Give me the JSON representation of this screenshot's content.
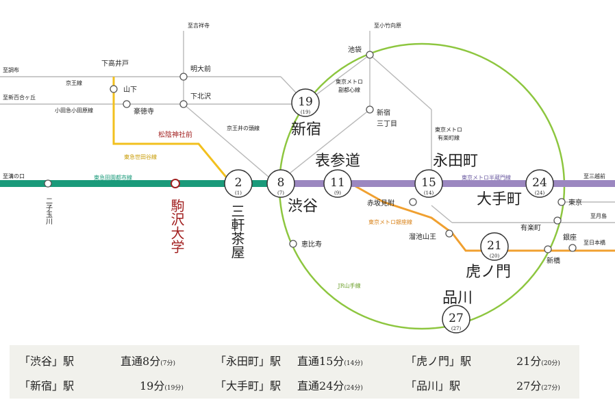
{
  "colors": {
    "denentoshi": "#1a9a7a",
    "hanzomon": "#9b87c0",
    "yamanote": "#8dc63f",
    "ginza": "#f0a030",
    "setagaya": "#f2c01e",
    "gray": "#b8b8b8",
    "komazawa": "#a11f1f"
  },
  "lines": {
    "denentoshi": "東急田園都市線",
    "hanzomon": "東京メトロ半蔵門線",
    "ginza": "東京メトロ銀座線",
    "yamanote": "JR山手線",
    "setagaya": "東急世田谷線",
    "keio": "京王線",
    "odakyu": "小田急小田原線",
    "inokashira": "京王井の頭線",
    "fukutoshin": "東京メトロ副都心線",
    "yurakucho": "東京メトロ有楽町線"
  },
  "directions": {
    "mizonokuchi": "至溝の口",
    "chofu": "至調布",
    "shinyurigaoka": "至新百合ヶ丘",
    "kichijoji": "至吉祥寺",
    "kotakemukaihara": "至小竹向原",
    "mitsukoshimae": "至三越前",
    "tsukishima": "至月島",
    "nihonbashi": "至日本橋"
  },
  "stations": {
    "futakotamagawa": "二子玉川",
    "komazawa_daigaku": "駒沢大学",
    "sangenjaya": "三軒茶屋",
    "shibuya": "渋谷",
    "omotesando": "表参道",
    "nagatacho": "永田町",
    "otemachi": "大手町",
    "shinjuku": "新宿",
    "toranomon": "虎ノ門",
    "shinagawa": "品川",
    "shimotakaido": "下高井戸",
    "yamashita": "山下",
    "gotokuji": "豪徳寺",
    "shoinjinjamae": "松陰神社前",
    "meidaimae": "明大前",
    "shimokitazawa": "下北沢",
    "ikebukuro": "池袋",
    "shinjuku_sanchome": "新宿三丁目",
    "akasaka_mitsuke": "赤坂見附",
    "tameike_sanno": "溜池山王",
    "ebisu": "恵比寿",
    "tokyo": "東京",
    "yurakucho": "有楽町",
    "shimbashi": "新橋",
    "ginza": "銀座"
  },
  "badges": {
    "sangenjaya": {
      "main": "2",
      "sub": "(1)"
    },
    "shibuya": {
      "main": "8",
      "sub": "(7)"
    },
    "omotesando": {
      "main": "11",
      "sub": "(9)"
    },
    "nagatacho": {
      "main": "15",
      "sub": "(14)"
    },
    "otemachi": {
      "main": "24",
      "sub": "(24)"
    },
    "shinjuku": {
      "main": "19",
      "sub": "(19)"
    },
    "toranomon": {
      "main": "21",
      "sub": "(20)"
    },
    "shinagawa": {
      "main": "27",
      "sub": "(27)"
    }
  },
  "times": [
    {
      "station": "「渋谷」駅",
      "prefix": "直通",
      "min": "8分",
      "alt": "(7分)"
    },
    {
      "station": "「永田町」駅",
      "prefix": "直通",
      "min": "15分",
      "alt": "(14分)"
    },
    {
      "station": "「虎ノ門」駅",
      "prefix": "",
      "min": "21分",
      "alt": "(20分)"
    },
    {
      "station": "「新宿」駅",
      "prefix": "",
      "min": "19分",
      "alt": "(19分)"
    },
    {
      "station": "「大手町」駅",
      "prefix": "直通",
      "min": "24分",
      "alt": "(24分)"
    },
    {
      "station": "「品川」駅",
      "prefix": "",
      "min": "27分",
      "alt": "(27分)"
    }
  ]
}
